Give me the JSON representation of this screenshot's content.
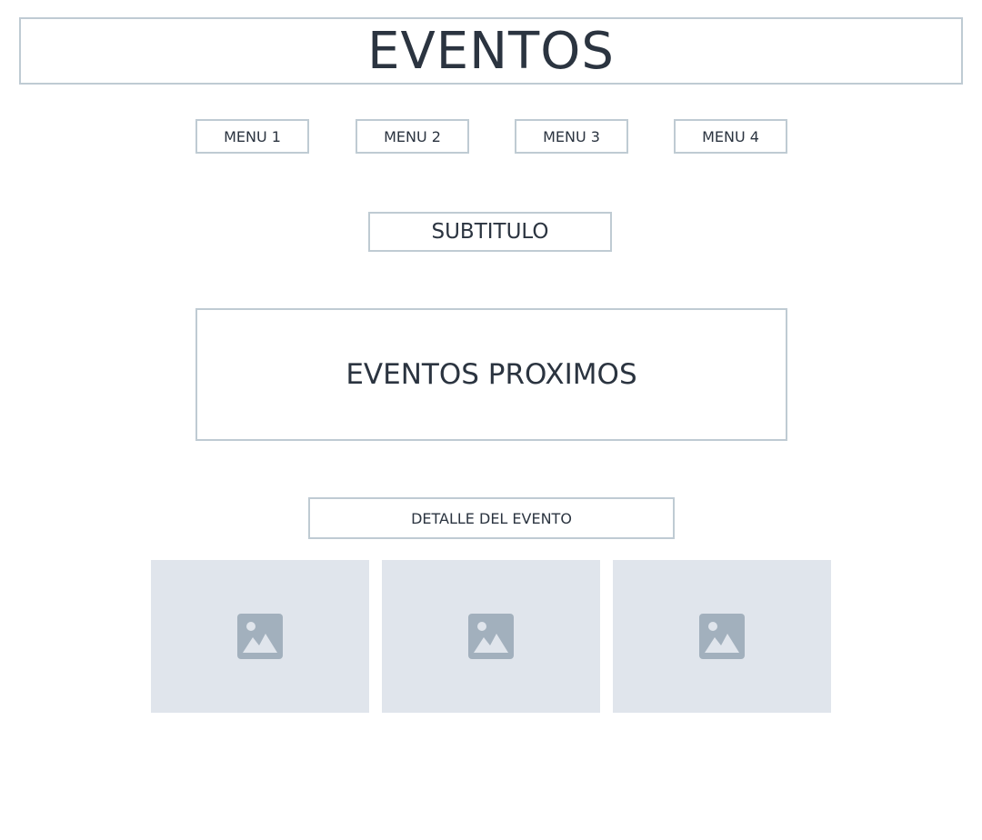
{
  "header": {
    "title": "EVENTOS"
  },
  "nav": {
    "items": [
      {
        "label": "MENU 1"
      },
      {
        "label": "MENU 2"
      },
      {
        "label": "MENU 3"
      },
      {
        "label": "MENU 4"
      }
    ]
  },
  "main": {
    "subtitle": "SUBTITULO",
    "upcoming_heading": "EVENTOS PROXIMOS",
    "detail_button": "DETALLE DEL EVENTO",
    "gallery": [
      {
        "icon": "image-placeholder-icon"
      },
      {
        "icon": "image-placeholder-icon"
      },
      {
        "icon": "image-placeholder-icon"
      }
    ]
  },
  "colors": {
    "border": "#bfcbd3",
    "text": "#2b3440",
    "placeholder_bg": "#e0e5ec",
    "placeholder_icon": "#a2b0bd"
  }
}
